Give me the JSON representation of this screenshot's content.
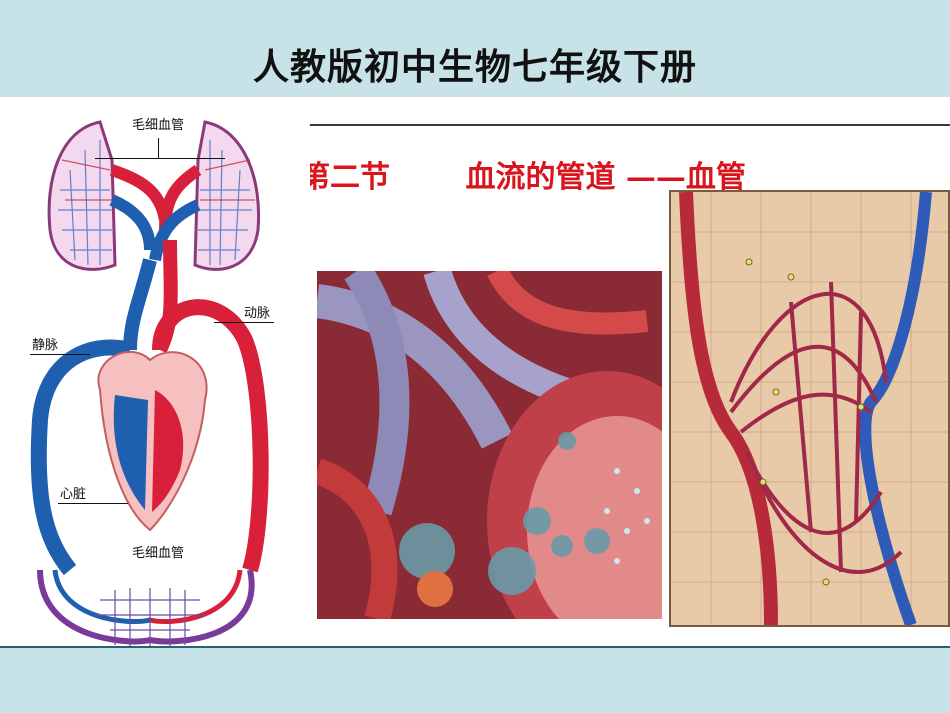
{
  "slide": {
    "title": "人教版初中生物七年级下册",
    "section_number": "第二节",
    "section_title": "血流的管道 ——血管"
  },
  "diagram": {
    "labels": {
      "capillary_top": "毛细血管",
      "artery": "动脉",
      "vein": "静脉",
      "heart": "心脏",
      "capillary_bottom": "毛细血管"
    }
  },
  "colors": {
    "band": "#c8e3e8",
    "heading_red": "#d8141c",
    "artery_red": "#d9203a",
    "vein_blue": "#1f5fb0"
  }
}
